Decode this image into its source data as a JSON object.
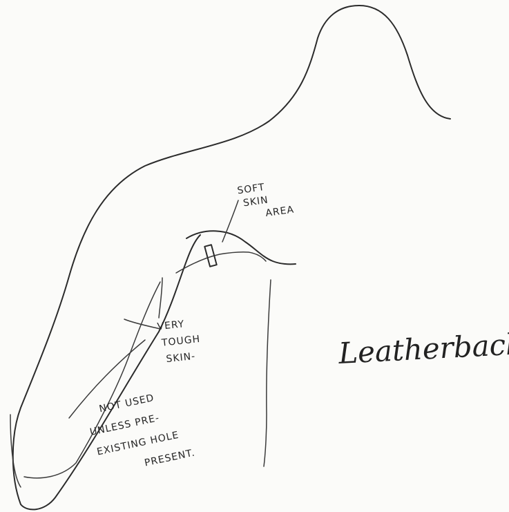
{
  "title": "Leatherback",
  "labels": {
    "soft": [
      "SOFT",
      "SKIN",
      "AREA"
    ],
    "tough": [
      "VERY",
      "TOUGH",
      "SKIN-",
      "NOT USED",
      "UNLESS PRE-",
      "EXISTING HOLE",
      "PRESENT."
    ]
  },
  "colors": {
    "ink": "#2b2b2b",
    "paper": "#fbfbf9"
  }
}
